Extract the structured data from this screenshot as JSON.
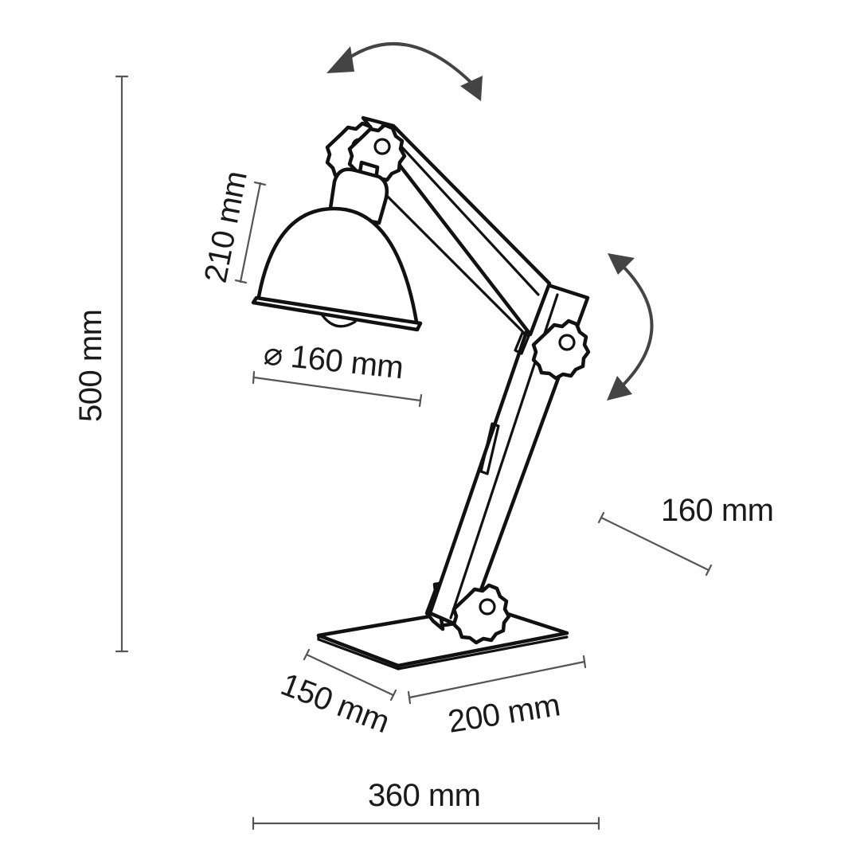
{
  "diagram": {
    "dimensions": {
      "height_total": "500 mm",
      "shade_height": "210 mm",
      "shade_diameter": "⌀ 160 mm",
      "arm_length": "160 mm",
      "base_depth": "150 mm",
      "base_width": "200 mm",
      "total_width": "360 mm"
    },
    "colors": {
      "ink": "#111111",
      "dimension_line": "#555555",
      "arrow": "#444444",
      "background": "#ffffff"
    },
    "icons": [
      "rotate-arrow-icon",
      "tilt-arrow-icon",
      "knob-icon"
    ]
  }
}
